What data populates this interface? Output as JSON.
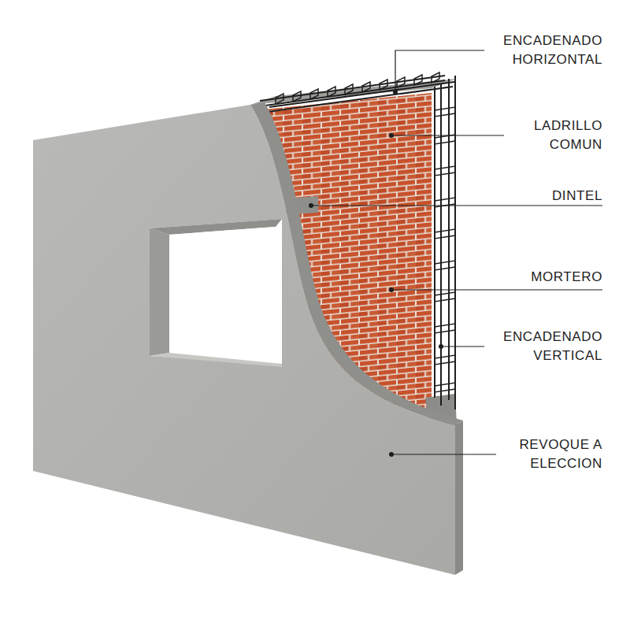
{
  "diagram": {
    "labels": [
      "ENCADENADO HORIZONTAL",
      "LADRILLO COMUN",
      "DINTEL",
      "MORTERO",
      "ENCADENADO VERTICAL",
      "REVOQUE A ELECCION"
    ]
  }
}
